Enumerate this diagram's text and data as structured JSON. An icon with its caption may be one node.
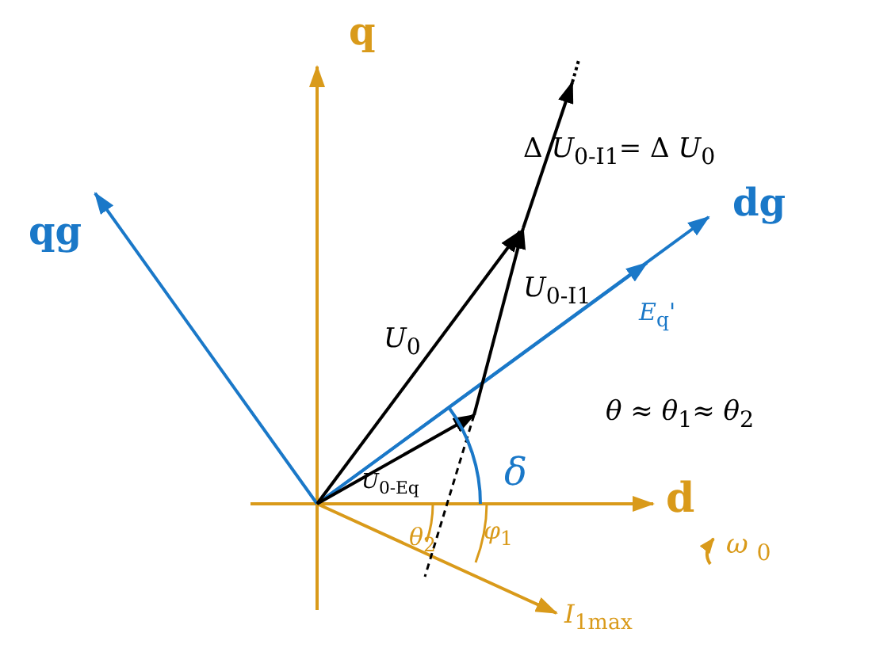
{
  "diagram": {
    "labels": [
      "q",
      "Δ *U*$_{0-I1}$= Δ *U*$_{0}$",
      "qg",
      "dg",
      "*U*$_{0-I1}$",
      "*U*$_{0}$",
      "*E*$_{q}$'",
      "*θ* ≈ *θ*$_{1}$≈ *θ*$_{2}$",
      "*δ*",
      "*U*$_{0-Eq}$",
      "d",
      "*ω* $_{0}$",
      "*θ*$_{2}$",
      "*φ*$_{1}$",
      "*I*$_{1max}$"
    ]
  }
}
